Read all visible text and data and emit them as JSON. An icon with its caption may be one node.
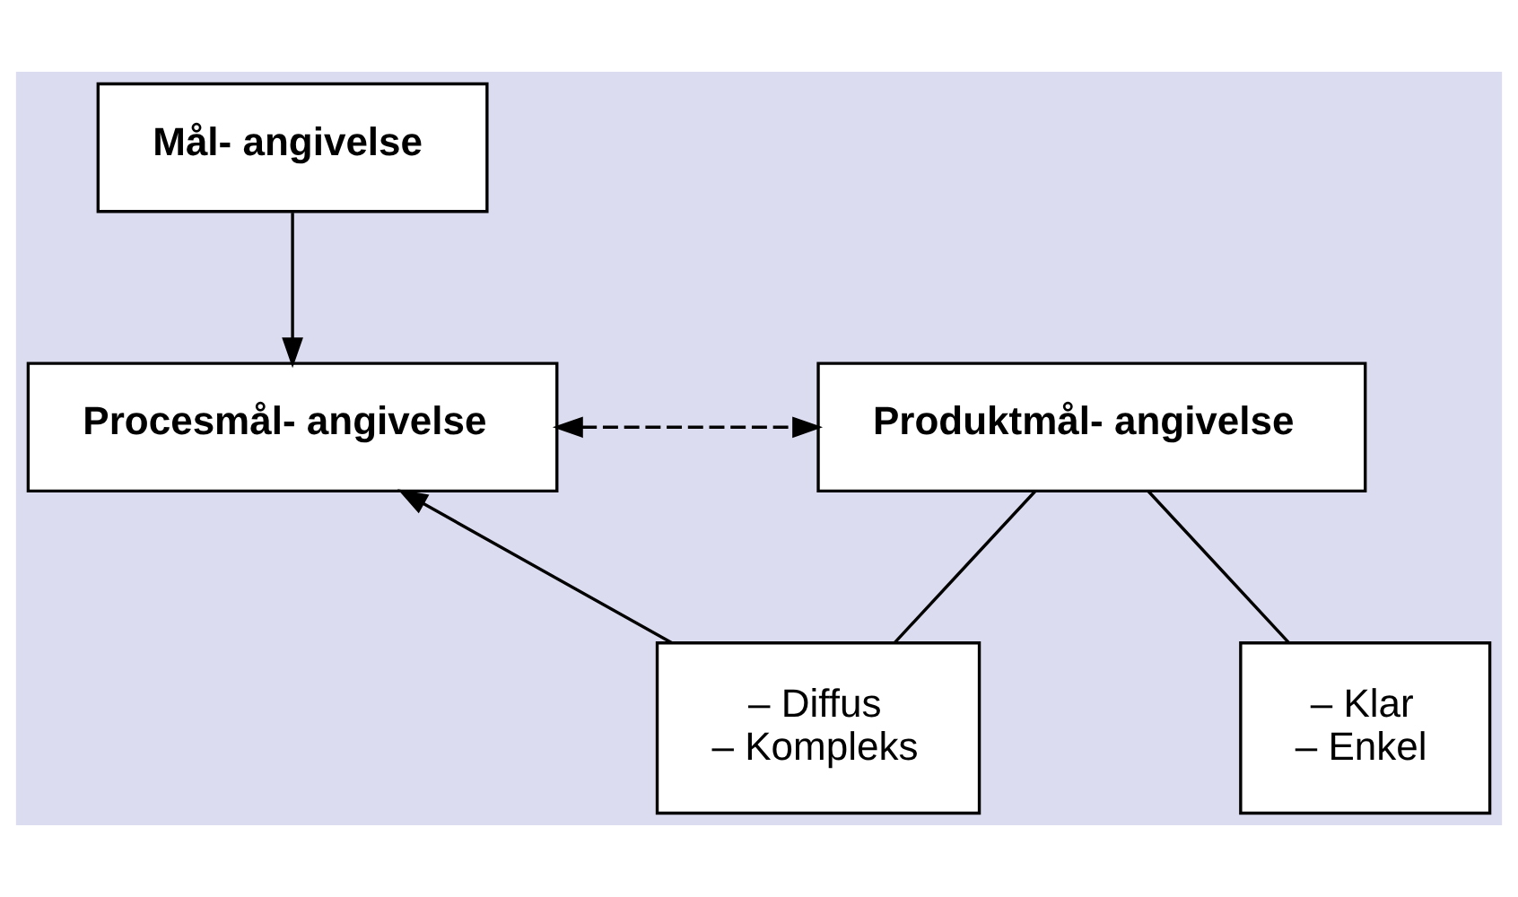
{
  "diagram": {
    "nodes": [
      {
        "text": [
          "Mål- angivelse"
        ]
      },
      {
        "text": [
          "Procesmål- angivelse"
        ]
      },
      {
        "text": [
          "Produktmål- angivelse"
        ]
      },
      {
        "text": [
          "– Diffus",
          "– Kompleks"
        ]
      },
      {
        "text": [
          "– Klar",
          "– Enkel"
        ]
      }
    ],
    "edges": [
      {
        "from": 0,
        "to": 1,
        "arrow": "to"
      },
      {
        "from": 1,
        "to": 2,
        "arrow": "both",
        "style": "dashed"
      },
      {
        "from": 2,
        "to": 3,
        "arrow": "none"
      },
      {
        "from": 2,
        "to": 4,
        "arrow": "none"
      },
      {
        "from": 3,
        "to": 1,
        "arrow": "to"
      }
    ]
  }
}
